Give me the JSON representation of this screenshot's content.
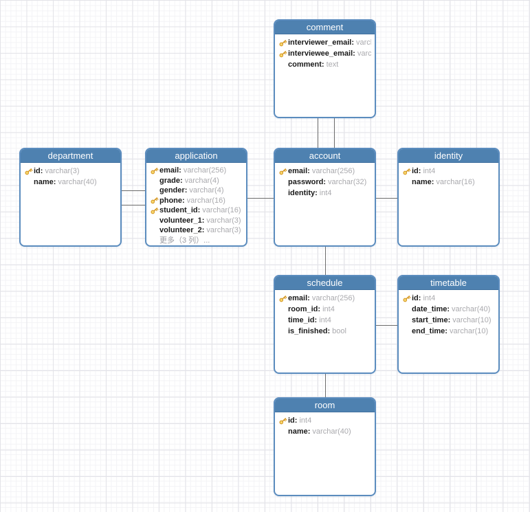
{
  "tables": [
    {
      "name": "comment",
      "fields": [
        {
          "key": true,
          "name": "interviewer_email",
          "type": "varchar..."
        },
        {
          "key": true,
          "name": "interviewee_email",
          "type": "varchar..."
        },
        {
          "key": false,
          "name": "comment",
          "type": "text"
        }
      ]
    },
    {
      "name": "department",
      "fields": [
        {
          "key": true,
          "name": "id",
          "type": "varchar(3)"
        },
        {
          "key": false,
          "name": "name",
          "type": "varchar(40)"
        }
      ]
    },
    {
      "name": "application",
      "fields": [
        {
          "key": true,
          "name": "email",
          "type": "varchar(256)"
        },
        {
          "key": false,
          "name": "grade",
          "type": "varchar(4)"
        },
        {
          "key": false,
          "name": "gender",
          "type": "varchar(4)"
        },
        {
          "key": true,
          "name": "phone",
          "type": "varchar(16)"
        },
        {
          "key": true,
          "name": "student_id",
          "type": "varchar(16)"
        },
        {
          "key": false,
          "name": "volunteer_1",
          "type": "varchar(3)"
        },
        {
          "key": false,
          "name": "volunteer_2",
          "type": "varchar(3)"
        }
      ],
      "more": "更多（3 列）..."
    },
    {
      "name": "account",
      "fields": [
        {
          "key": true,
          "name": "email",
          "type": "varchar(256)"
        },
        {
          "key": false,
          "name": "password",
          "type": "varchar(32)"
        },
        {
          "key": false,
          "name": "identity",
          "type": "int4"
        }
      ]
    },
    {
      "name": "identity",
      "fields": [
        {
          "key": true,
          "name": "id",
          "type": "int4"
        },
        {
          "key": false,
          "name": "name",
          "type": "varchar(16)"
        }
      ]
    },
    {
      "name": "schedule",
      "fields": [
        {
          "key": true,
          "name": "email",
          "type": "varchar(256)"
        },
        {
          "key": false,
          "name": "room_id",
          "type": "int4"
        },
        {
          "key": false,
          "name": "time_id",
          "type": "int4"
        },
        {
          "key": false,
          "name": "is_finished",
          "type": "bool"
        }
      ]
    },
    {
      "name": "timetable",
      "fields": [
        {
          "key": true,
          "name": "id",
          "type": "int4"
        },
        {
          "key": false,
          "name": "date_time",
          "type": "varchar(40)"
        },
        {
          "key": false,
          "name": "start_time",
          "type": "varchar(10)"
        },
        {
          "key": false,
          "name": "end_time",
          "type": "varchar(10)"
        }
      ]
    },
    {
      "name": "room",
      "fields": [
        {
          "key": true,
          "name": "id",
          "type": "int4"
        },
        {
          "key": false,
          "name": "name",
          "type": "varchar(40)"
        }
      ]
    }
  ],
  "connections": [
    {
      "from": "comment",
      "to": "account",
      "lines": 2
    },
    {
      "from": "department",
      "to": "application",
      "lines": 2
    },
    {
      "from": "application",
      "to": "account",
      "lines": 1
    },
    {
      "from": "account",
      "to": "identity",
      "lines": 1
    },
    {
      "from": "account",
      "to": "schedule",
      "lines": 1
    },
    {
      "from": "schedule",
      "to": "timetable",
      "lines": 1
    },
    {
      "from": "schedule",
      "to": "room",
      "lines": 1
    }
  ],
  "colors": {
    "header_bg": "#4e81b0",
    "table_border": "#5b8cbe",
    "key_icon": "#e9b940",
    "relationship_line": "#6b6b6b",
    "grid_major": "#e3e3e8",
    "grid_minor": "#f3f3f6"
  }
}
